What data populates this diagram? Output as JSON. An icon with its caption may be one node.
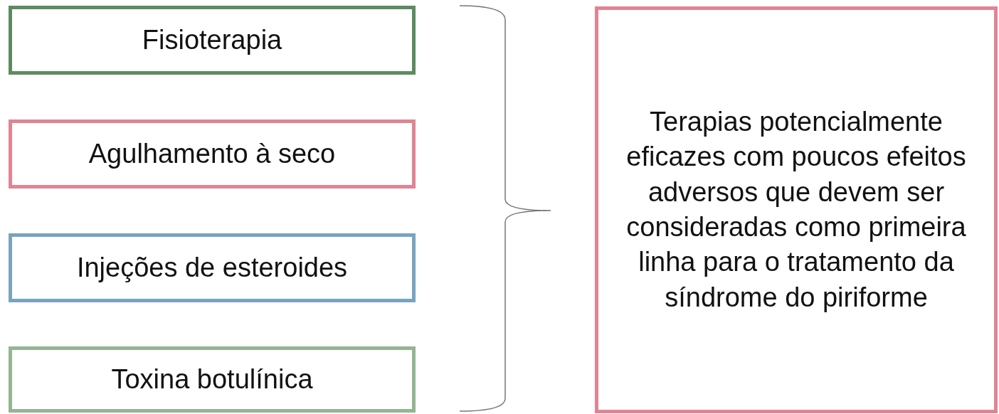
{
  "diagram": {
    "nodes": [
      {
        "text": [
          "Fisioterapia"
        ]
      },
      {
        "text": [
          "Agulhamento à seco"
        ]
      },
      {
        "text": [
          "Injeções de esteroides"
        ]
      },
      {
        "text": [
          "Toxina botulínica"
        ]
      },
      {
        "text": [
          "Terapias potencialmente eficazes com poucos efeitos adversos que devem ser consideradas como primeira linha para o tratamento da síndrome do piriforme"
        ]
      }
    ]
  }
}
